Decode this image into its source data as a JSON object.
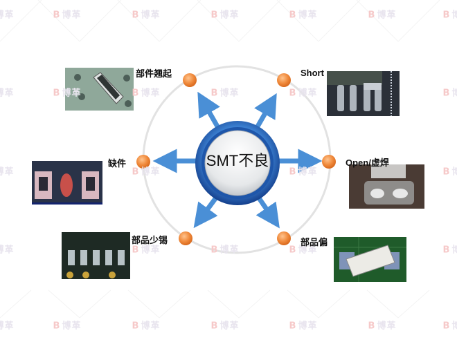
{
  "diagram": {
    "center": {
      "label": "SMT不良"
    },
    "nodes": [
      {
        "id": "lifted",
        "label": "部件翘起",
        "image": "lifted-component-photo"
      },
      {
        "id": "short",
        "label": "Short",
        "image": "solder-short-photo"
      },
      {
        "id": "missing",
        "label": "缺件",
        "image": "missing-component-photo"
      },
      {
        "id": "open",
        "label": "Open/虚焊",
        "image": "open-cold-solder-photo"
      },
      {
        "id": "insufficient",
        "label": "部品少锡",
        "image": "insufficient-solder-photo"
      },
      {
        "id": "shifted",
        "label": "部品偏",
        "image": "shifted-component-photo"
      }
    ]
  },
  "watermark": {
    "mark": "B",
    "text": "博革"
  },
  "colors": {
    "arrow": "#4a8fd6",
    "node": "#f08a3c",
    "ring": "#e2e2e2",
    "hub": "#1f5fb8"
  }
}
